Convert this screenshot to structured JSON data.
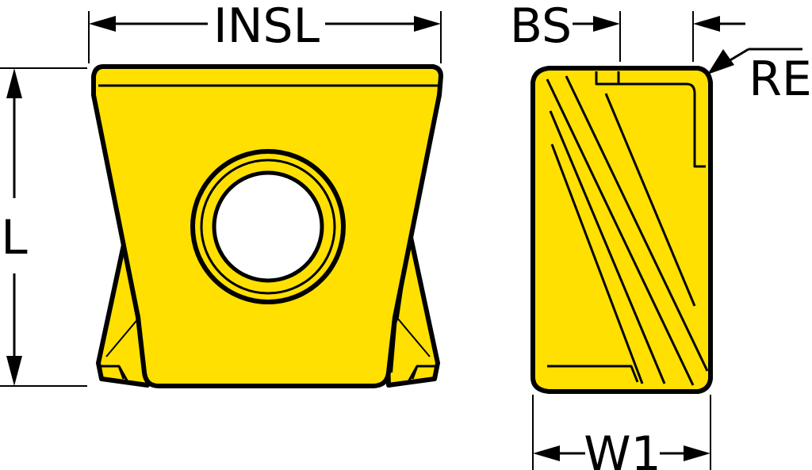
{
  "diagram": {
    "colors": {
      "insert_fill": "#FFE000",
      "outline": "#000000",
      "background": "#FFFFFF",
      "hole": "#FFFFFF"
    },
    "dimensions": {
      "insert_length": "INSL",
      "length": "L",
      "chamfer_width": "BS",
      "corner_radius": "RE",
      "width": "W1"
    },
    "icons": {
      "arrowheads": "filled-triangle"
    }
  }
}
